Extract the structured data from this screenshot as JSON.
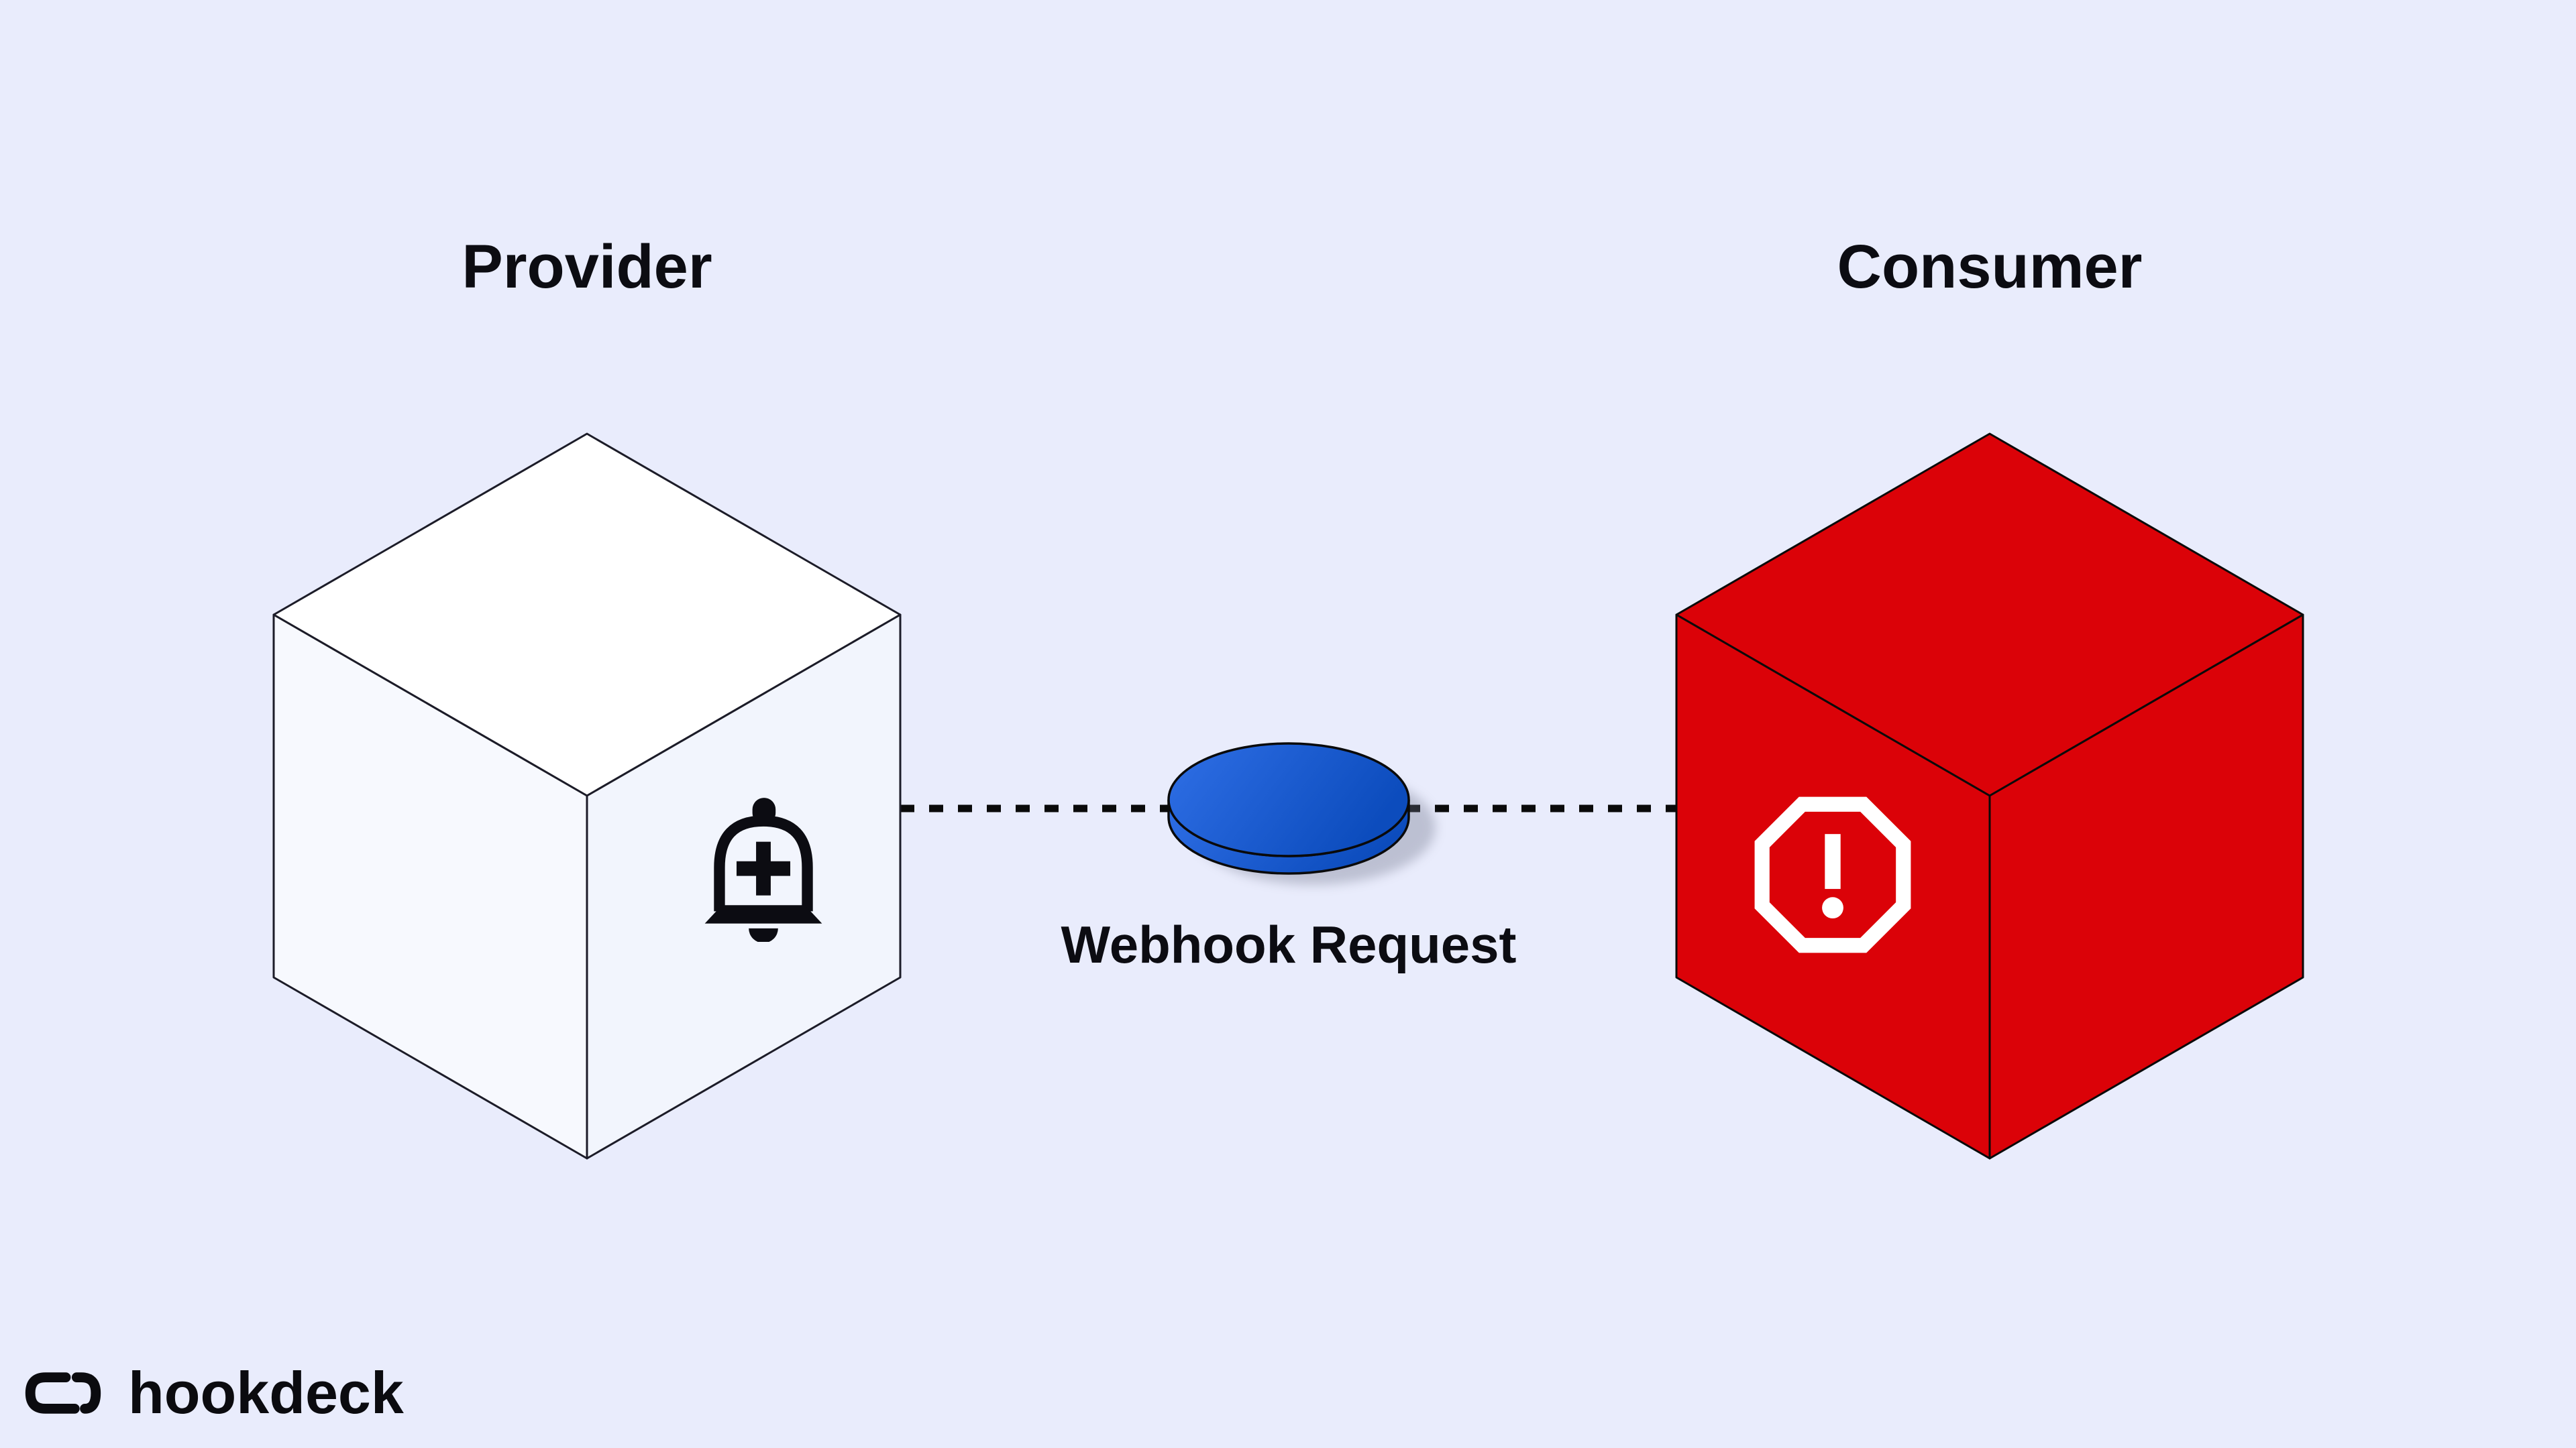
{
  "canvas": {
    "background": "#e9ecfc",
    "text_color": "#0c0c12"
  },
  "provider": {
    "label": "Provider",
    "icon": "notification-add-bell-icon",
    "icon_color": "#0c0c12",
    "cube": {
      "top": "#ffffff",
      "left": "#f7f9fe",
      "right": "#f2f5fd"
    }
  },
  "consumer": {
    "label": "Consumer",
    "icon": "stop-error-octagon-icon",
    "icon_color": "#ffffff",
    "cube": {
      "top": "#db0208",
      "left": "#db0208",
      "right": "#db0208"
    }
  },
  "webhook": {
    "label": "Webhook Request",
    "disk_gradient_start": "#2f6fe6",
    "disk_gradient_end": "#0c4cbd",
    "disk_stroke": "#0a0a0a",
    "line_color": "#0a0a0a",
    "line_style": "dotted"
  },
  "brand": {
    "name": "hookdeck",
    "icon": "hookdeck-chain-link-icon",
    "color": "#0b0b0f"
  }
}
